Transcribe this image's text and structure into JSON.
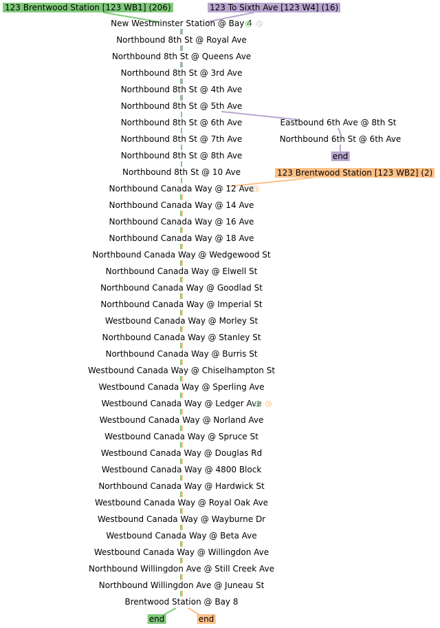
{
  "colors": {
    "green": "#80c97b",
    "purple": "#b8a6cf",
    "orange": "#fdc086",
    "clock_gray": "#c9c9c9"
  },
  "routes": [
    {
      "key": "wb1",
      "label": "123 Brentwood Station [123 WB1] (206)",
      "color": "#80c97b"
    },
    {
      "key": "w4",
      "label": "123 To Sixth Ave [123 W4] (16)",
      "color": "#b8a6cf"
    },
    {
      "key": "wb2",
      "label": "123 Brentwood Station [123 WB2] (2)",
      "color": "#fdc086"
    }
  ],
  "main_stops": [
    "New Westminster Station @ Bay 4",
    "Northbound 8th St @ Royal Ave",
    "Northbound 8th St @ Queens Ave",
    "Northbound 8th St @ 3rd Ave",
    "Northbound 8th St @ 4th Ave",
    "Northbound 8th St @ 5th Ave",
    "Northbound 8th St @ 6th Ave",
    "Northbound 8th St @ 7th Ave",
    "Northbound 8th St @ 8th Ave",
    "Northbound 8th St @ 10 Ave",
    "Northbound Canada Way @ 12 Ave",
    "Northbound Canada Way @ 14 Ave",
    "Northbound Canada Way @ 16 Ave",
    "Northbound Canada Way @ 18 Ave",
    "Northbound Canada Way @ Wedgewood St",
    "Northbound Canada Way @ Elwell St",
    "Northbound Canada Way @ Goodlad St",
    "Northbound Canada Way @ Imperial St",
    "Westbound Canada Way @ Morley St",
    "Northbound Canada Way @ Stanley St",
    "Northbound Canada Way @ Burris St",
    "Westbound Canada Way @ Chiselhampton St",
    "Westbound Canada Way @ Sperling Ave",
    "Westbound Canada Way @ Ledger Ave",
    "Westbound Canada Way @ Norland Ave",
    "Westbound Canada Way @ Spruce St",
    "Westbound Canada Way @ Douglas Rd",
    "Westbound Canada Way @ 4800 Block",
    "Northbound Canada Way @ Hardwick St",
    "Westbound Canada Way @ Royal Oak Ave",
    "Westbound Canada Way @ Wayburne Dr",
    "Westbound Canada Way @ Beta Ave",
    "Westbound Canada Way @ Willingdon Ave",
    "Northbound Willingdon Ave @ Still Creek Ave",
    "Northbound Willingdon Ave @ Juneau St",
    "Brentwood Station @ Bay 8"
  ],
  "branch_stops": [
    "Eastbound 6th Ave @ 8th St",
    "Northbound 6th St @ 6th Ave"
  ],
  "end_labels": {
    "w4": "end",
    "wb1": "end",
    "wb2": "end"
  },
  "clocks": [
    {
      "stop": 0,
      "colors": [
        "#80c97b",
        "#c9c9c9"
      ]
    },
    {
      "stop": 10,
      "colors": [
        "#fdc086"
      ]
    },
    {
      "stop": 23,
      "colors": [
        "#80c97b",
        "#fdc086"
      ]
    }
  ]
}
